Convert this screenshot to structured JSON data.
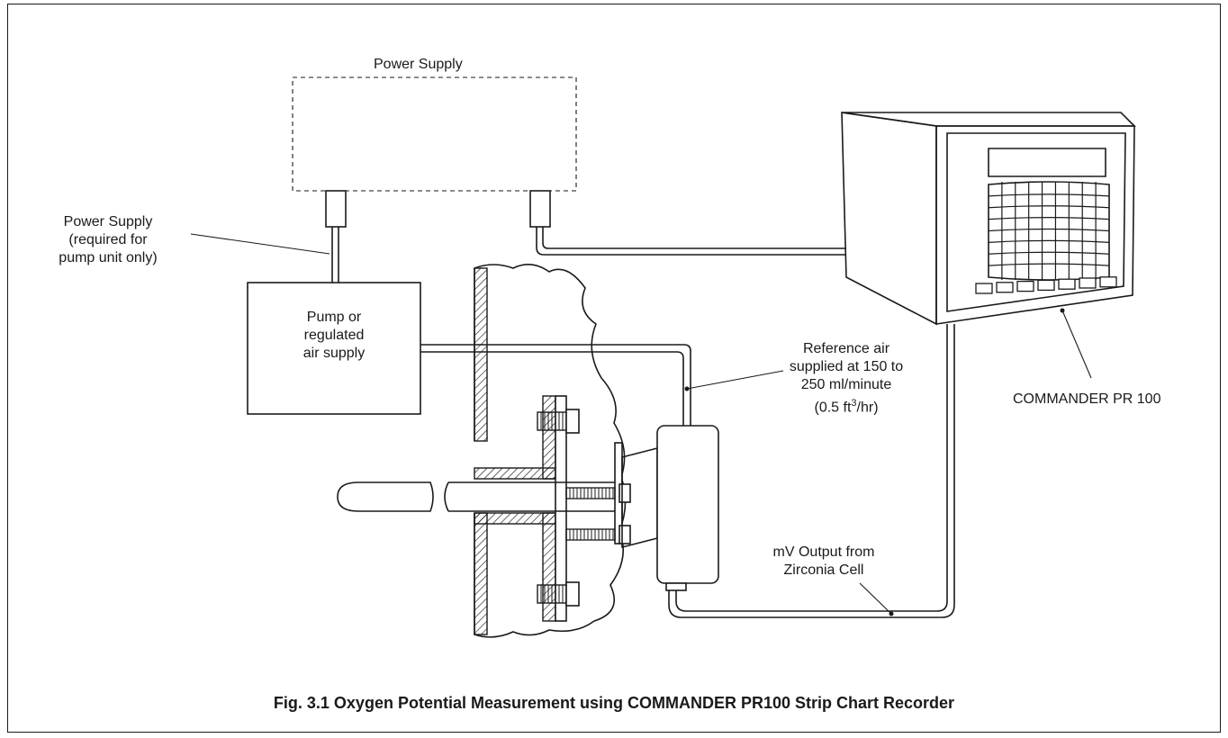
{
  "labels": {
    "power_supply_box": "Power Supply",
    "power_supply_note": [
      "Power Supply",
      "(required for",
      "pump unit only)"
    ],
    "pump": [
      "Pump or",
      "regulated",
      "air supply"
    ],
    "reference_air": [
      "Reference air",
      "supplied at 150 to",
      "250 ml/minute",
      "(0.5 ft",
      "3",
      "/hr)"
    ],
    "mv_output": [
      "mV Output from",
      "Zirconia Cell"
    ],
    "recorder": "COMMANDER PR 100"
  },
  "caption": "Fig. 3.1 Oxygen Potential Measurement using COMMANDER PR100 Strip Chart Recorder"
}
